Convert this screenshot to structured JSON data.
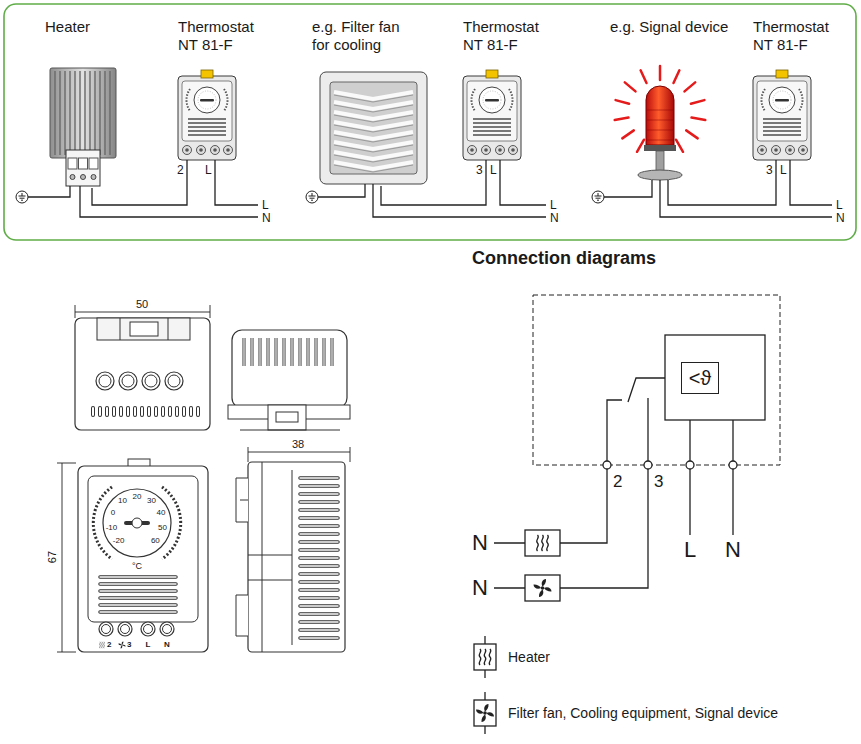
{
  "diagram": {
    "title": "Connection diagrams",
    "nodes": [
      {
        "text": [
          "Heater"
        ]
      },
      {
        "text": [
          "Thermostat NT 81-F"
        ]
      },
      {
        "text": [
          "e.g. Filter fan for cooling"
        ]
      },
      {
        "text": [
          "Thermostat NT 81-F"
        ]
      },
      {
        "text": [
          "e.g. Signal device"
        ]
      },
      {
        "text": [
          "Thermostat NT 81-F"
        ]
      },
      {
        "text": [
          "<ϑ"
        ]
      }
    ],
    "edges": [
      {
        "from": 0,
        "to": 1,
        "arrow": "none"
      },
      {
        "from": 2,
        "to": 3,
        "arrow": "none"
      },
      {
        "from": 4,
        "to": 5,
        "arrow": "none"
      }
    ],
    "labels": [
      "2",
      "L",
      "L",
      "N",
      "3",
      "L",
      "L",
      "N",
      "3",
      "L",
      "L",
      "N",
      "50",
      "38",
      "67",
      "-20",
      "-10",
      "0",
      "10",
      "20",
      "30",
      "40",
      "50",
      "60",
      "°C",
      "2",
      "3",
      "L",
      "N",
      "2",
      "3",
      "N",
      "N",
      "L",
      "N"
    ],
    "legend": [
      {
        "text": "Heater"
      },
      {
        "text": "Filter fan, Cooling equipment, Signal device"
      }
    ]
  }
}
